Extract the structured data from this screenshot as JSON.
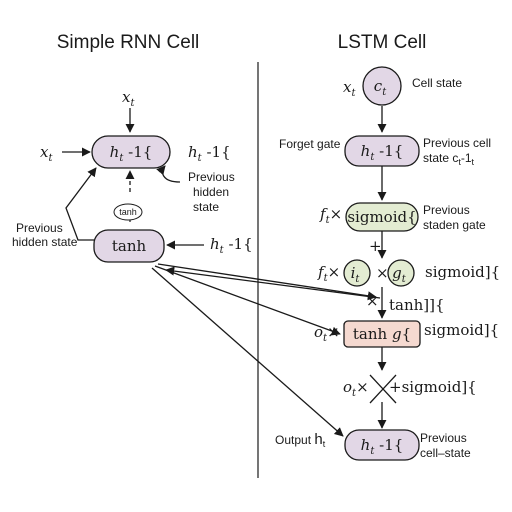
{
  "titles": {
    "rnn": "Simple RNN Cell",
    "lstm": "LSTM Cell"
  },
  "colors": {
    "purple_node": "#e2d7e6",
    "green_node": "#e3ecd2",
    "pink_node": "#f5d9d0",
    "stroke": "#1a1a1a"
  },
  "rnn": {
    "x_top": "x",
    "x_top_sub": "t",
    "x_left": "x",
    "x_left_sub": "t",
    "hidden_node": {
      "main": "h",
      "sub": "t",
      "rest": " -1{"
    },
    "h_prev_right": {
      "main": "h",
      "sub": "t",
      "rest": " -1{"
    },
    "tanh_small": "tanh",
    "previous_hidden_state_right": [
      "Previous",
      "hidden",
      "state"
    ],
    "previous_hidden_state_left": [
      "Previous",
      "hidden state"
    ],
    "tanh_node": "tanh",
    "h_prev_tanh": {
      "main": "h",
      "sub": "t",
      "rest": " -1{"
    }
  },
  "lstm": {
    "x_label": "x",
    "x_sub": "t",
    "cell_node": {
      "main": "c",
      "sub": "t"
    },
    "cell_state_label": "Cell state",
    "forget_gate_label": "Forget gate",
    "forget_node": {
      "main": "h",
      "sub": "t",
      "rest": " -1{"
    },
    "previous_cell_label_line1": "Previous cell",
    "previous_cell_label_line2": "state c",
    "previous_cell_label_sub": "t",
    "previous_cell_label_rest": "-1",
    "previous_cell_label_sub2": "t",
    "f_times": {
      "main": "f",
      "sub": "t",
      "rest": "×"
    },
    "sigmoid_node": "sigmoid{",
    "previous_staden_gate": [
      "Previous",
      "staden gate"
    ],
    "plus": "+",
    "f_times2": {
      "main": "f",
      "sub": "t",
      "rest": "×"
    },
    "i_node": {
      "main": "i",
      "sub": "t"
    },
    "times_between": "×",
    "g_node": {
      "main": "g",
      "sub": "t"
    },
    "sigmoid_label1": "sigmoid]{",
    "cross1_label": "×",
    "tanh_label": "tanh]]{",
    "o_times": {
      "main": "o",
      "sub": "t",
      "rest": "×"
    },
    "tanh_g_node": {
      "text": "tanh ",
      "g": "g",
      "rest": "{"
    },
    "sigmoid_label2": "sigmoid]{",
    "o_times2": {
      "main": "o",
      "sub": "t",
      "rest": "×"
    },
    "plus_sigmoid": "+sigmoid]{",
    "output_label": "Output ",
    "output_h": {
      "main": "h",
      "sub": "t"
    },
    "output_node": {
      "main": "h",
      "sub": "t",
      "rest": " -1{"
    },
    "previous_cell_state": [
      "Previous",
      "cell–state"
    ]
  }
}
